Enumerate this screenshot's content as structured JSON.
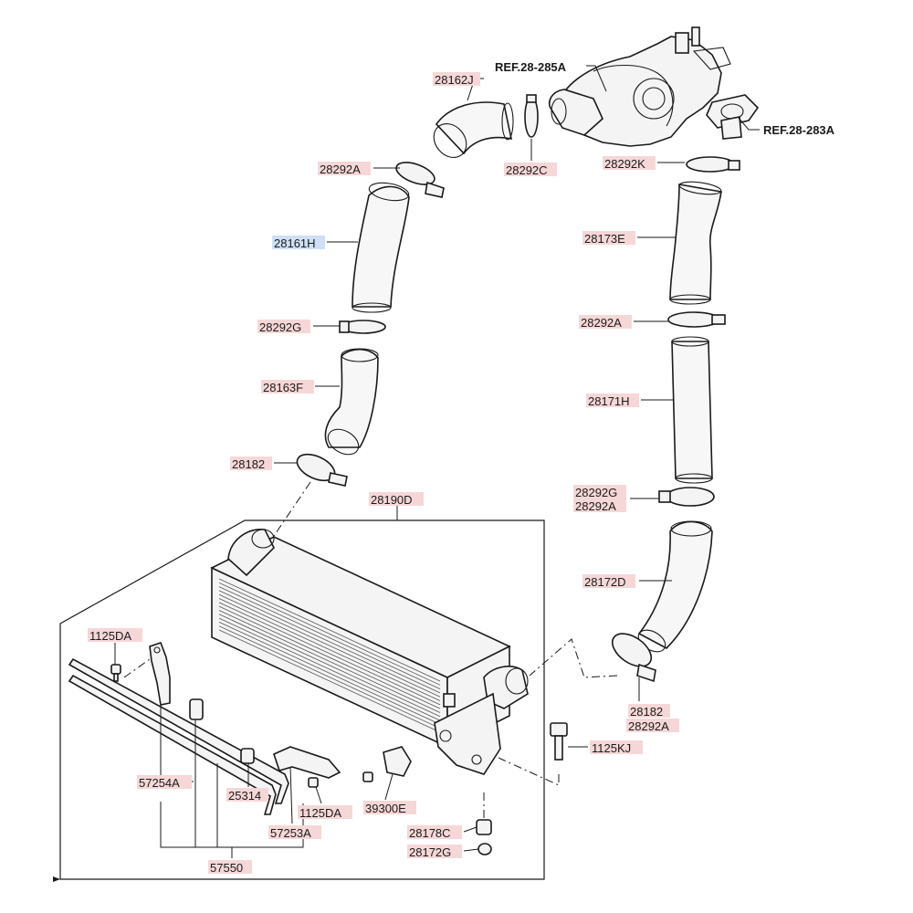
{
  "diagram": {
    "references": [
      "REF.28-285A",
      "REF.28-283A"
    ],
    "labels": {
      "p28162J": "28162J",
      "p28292C": "28292C",
      "p28292A_top": "28292A",
      "p28292K": "28292K",
      "p28161H": "28161H",
      "p28173E": "28173E",
      "p28292G": "28292G",
      "p28292A_mid": "28292A",
      "p28163F": "28163F",
      "p28171H": "28171H",
      "p28182_left": "28182",
      "p28190D": "28190D",
      "p28292G_right": "28292G",
      "p28292A_right": "28292A",
      "p28172D": "28172D",
      "p1125DA_top": "1125DA",
      "p28182_right": "28182",
      "p28292A_bottom": "28292A",
      "p1125KJ": "1125KJ",
      "p57254A": "57254A",
      "p25314": "25314",
      "p1125DA_bottom": "1125DA",
      "p39300E": "39300E",
      "p57253A": "57253A",
      "p28178C": "28178C",
      "p28172G": "28172G",
      "p57550": "57550"
    },
    "highlight_colors": {
      "default": "#f6d7d7",
      "selected": "#cfe0f5"
    }
  }
}
